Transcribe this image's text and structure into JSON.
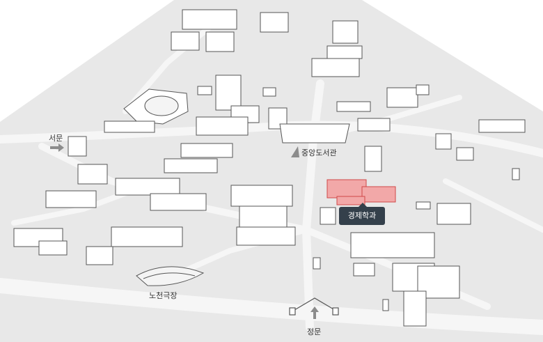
{
  "labels": {
    "west_gate": "서문",
    "central_library": "중앙도서관",
    "highlighted_department": "경제학과",
    "open_air_theater": "노천극장",
    "main_gate": "정문"
  },
  "colors": {
    "ground": "#e8e8e8",
    "road": "#f4f4f4",
    "building_fill": "#ffffff",
    "building_stroke": "#555555",
    "highlight_fill": "#f2a8a8",
    "highlight_stroke": "#d04848",
    "tooltip_bg": "#34404b",
    "tooltip_text": "#ffffff",
    "label_text": "#333333",
    "arrow": "#8c8c8c"
  },
  "icons": {
    "west_gate_arrow": "arrow-right-icon",
    "main_gate_arrow": "arrow-up-icon"
  }
}
